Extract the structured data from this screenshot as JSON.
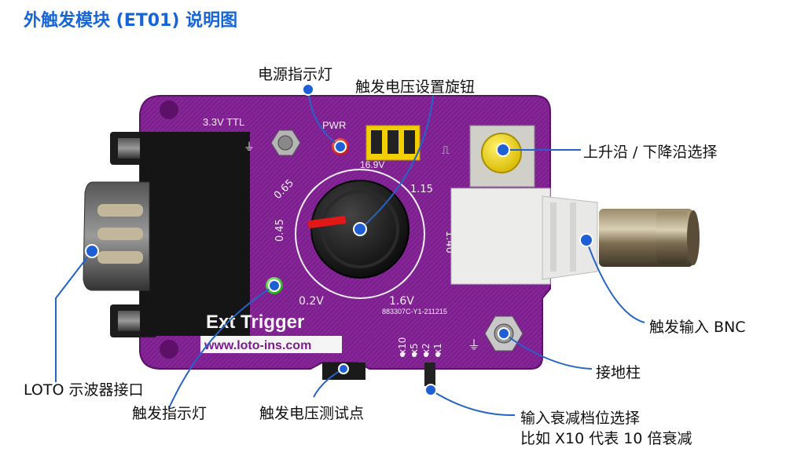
{
  "title": "外触发模块 (ET01) 说明图",
  "board": {
    "ttl_label": "3.3V TTL",
    "pwr_label": "PWR",
    "voltage_top": "16.9V",
    "knob_marks": [
      "0.65",
      "1.15",
      "0.45",
      "1.40",
      "0.2V",
      "1.6V"
    ],
    "serial": "883307C-Y1-211215",
    "name": "Ext Trigger",
    "url": "www.loto-ins.com",
    "attenuation_marks": [
      "x10",
      "x5",
      "x2",
      "x1"
    ]
  },
  "callouts": {
    "power_led": "电源指示灯",
    "knob": "触发电压设置旋钮",
    "edge_switch": "上升沿 / 下降沿选择",
    "bnc": "触发输入 BNC",
    "ground": "接地柱",
    "atten_line1": "输入衰减档位选择",
    "atten_line2": "比如 X10 代表 10 倍衰减",
    "test_point": "触发电压测试点",
    "trigger_led": "触发指示灯",
    "connector": "LOTO 示波器接口"
  },
  "colors": {
    "accent": "#1565d8",
    "pcb": "#7a1c8c",
    "callout_line": "#2563c9"
  }
}
